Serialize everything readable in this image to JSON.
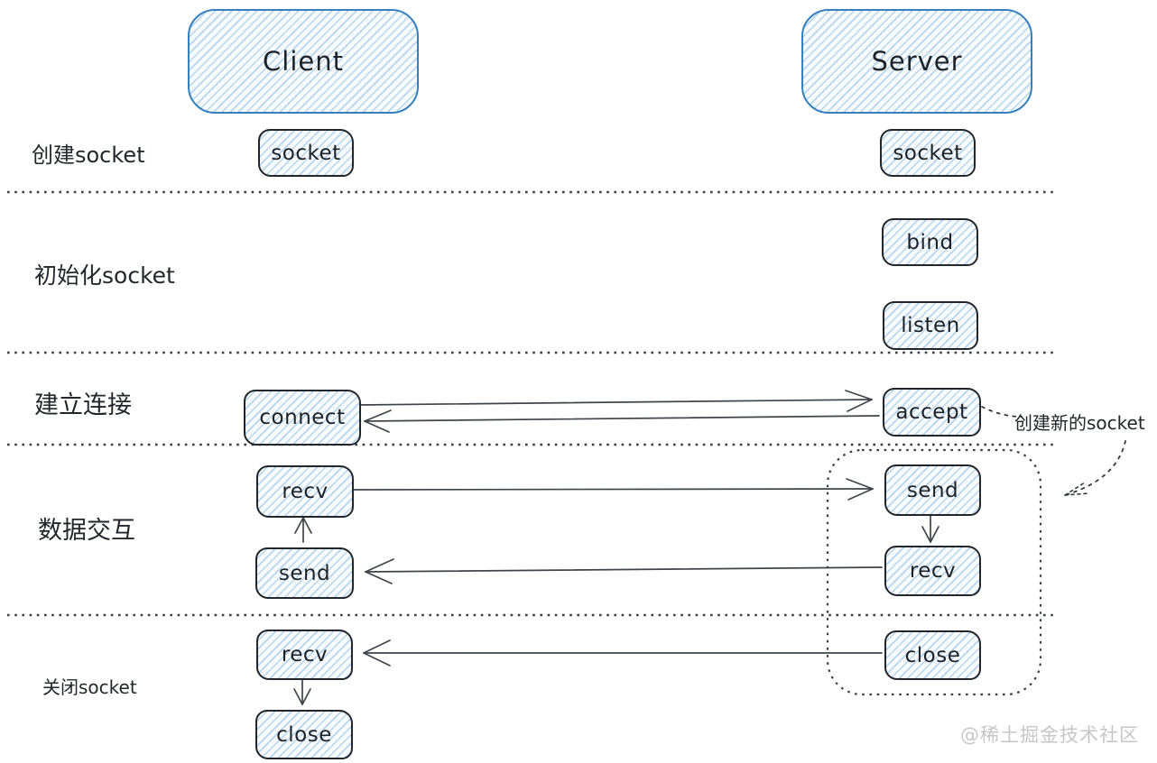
{
  "diagram": {
    "client_header": "Client",
    "server_header": "Server",
    "row_labels": {
      "create": "创建socket",
      "init": "初始化socket",
      "establish": "建立连接",
      "exchange": "数据交互",
      "close": "关闭socket"
    },
    "nodes": {
      "client_socket": "socket",
      "server_socket": "socket",
      "bind": "bind",
      "listen": "listen",
      "connect": "connect",
      "accept": "accept",
      "client_recv_data": "recv",
      "client_send_data": "send",
      "server_send_data": "send",
      "server_recv_data": "recv",
      "client_recv_close": "recv",
      "client_close": "close",
      "server_close": "close"
    },
    "annotation_new_socket": "创建新的socket",
    "watermark": "@稀土掘金技术社区",
    "colors": {
      "background": "#ffffff",
      "header_border": "#3580bd",
      "node_border": "#22262a",
      "ink": "#1e2227",
      "arrow": "#3f444a",
      "dotted": "#3a3f45",
      "watermark": "#c6c6c6"
    }
  }
}
